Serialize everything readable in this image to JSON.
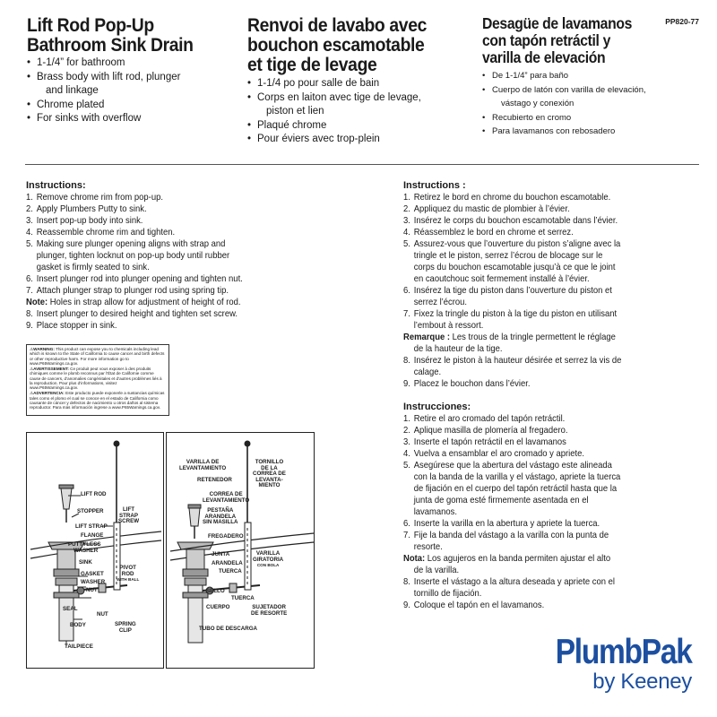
{
  "product_code": "PP820-77",
  "english": {
    "title_lines": [
      "Lift Rod Pop-Up",
      "Bathroom Sink Drain"
    ],
    "bullets": [
      {
        "text": "1-1/4” for bathroom"
      },
      {
        "text": "Brass body with lift rod, plunger",
        "cont": "and linkage"
      },
      {
        "text": "Chrome plated"
      },
      {
        "text": "For sinks with overflow"
      }
    ],
    "instructions_heading": "Instructions:",
    "instructions": [
      {
        "n": "1.",
        "text": "Remove chrome rim from pop-up."
      },
      {
        "n": "2.",
        "text": "Apply Plumbers Putty to sink."
      },
      {
        "n": "3.",
        "text": "Insert pop-up body into sink."
      },
      {
        "n": "4.",
        "text": "Reassemble chrome rim and tighten."
      },
      {
        "n": "5.",
        "text": "Making sure plunger opening aligns with strap and",
        "cont": [
          "plunger, tighten locknut on pop-up body until rubber",
          "gasket is firmly seated to sink."
        ]
      },
      {
        "n": "6.",
        "text": "Insert plunger rod into plunger opening and tighten nut."
      },
      {
        "n": "7.",
        "text": "Attach plunger strap to plunger rod using spring tip."
      },
      {
        "n": "Note:",
        "text": "Holes in strap allow for adjustment of height of rod.",
        "note": true
      },
      {
        "n": "8.",
        "text": "Insert plunger to desired height and tighten set screw."
      },
      {
        "n": "9.",
        "text": "Place stopper in sink."
      }
    ]
  },
  "french": {
    "title_lines": [
      "Renvoi de lavabo avec",
      "bouchon escamotable",
      "et tige de levage"
    ],
    "bullets": [
      {
        "text": "1-1/4 po pour salle de bain"
      },
      {
        "text": "Corps en laiton avec tige de levage,",
        "cont": "piston et lien"
      },
      {
        "text": "Plaqué chrome"
      },
      {
        "text": "Pour éviers avec trop-plein"
      }
    ],
    "instructions_heading": "Instructions :",
    "instructions": [
      {
        "n": "1.",
        "text": "Retirez le bord en chrome du bouchon escamotable."
      },
      {
        "n": "2.",
        "text": "Appliquez du mastic de plombier à l’évier."
      },
      {
        "n": "3.",
        "text": "Insérez le corps du bouchon escamotable dans l’évier."
      },
      {
        "n": "4.",
        "text": "Réassemblez le bord en chrome et serrez."
      },
      {
        "n": "5.",
        "text": "Assurez-vous que l’ouverture du piston s’aligne avec la",
        "cont": [
          "tringle et le piston, serrez l’écrou de blocage sur le",
          "corps du bouchon escamotable jusqu’à ce que le joint",
          "en caoutchouc soit fermement installé à l’évier."
        ]
      },
      {
        "n": "6.",
        "text": "Insérez la tige du piston dans l’ouverture du piston et",
        "cont": [
          "serrez l’écrou."
        ]
      },
      {
        "n": "7.",
        "text": "Fixez la tringle du piston à la tige du piston en utilisant",
        "cont": [
          "l’embout à ressort."
        ]
      },
      {
        "n": "Remarque :",
        "text": "Les trous de la tringle permettent le réglage",
        "cont": [
          "de la hauteur de la tige."
        ],
        "note": true
      },
      {
        "n": "8.",
        "text": "Insérez le piston à la hauteur désirée et serrez la vis de",
        "cont": [
          "calage."
        ]
      },
      {
        "n": "9.",
        "text": "Placez le bouchon dans l’évier."
      }
    ]
  },
  "spanish": {
    "title_lines": [
      "Desagüe de lavamanos",
      "con tapón retráctil y",
      "varilla de elevación"
    ],
    "bullets": [
      {
        "text": "De 1-1/4” para baño"
      },
      {
        "text": "Cuerpo de latón con varilla de elevación,",
        "cont": "vástago y conexión"
      },
      {
        "text": "Recubierto en cromo"
      },
      {
        "text": "Para lavamanos con rebosadero"
      }
    ],
    "instructions_heading": "Instrucciones:",
    "instructions": [
      {
        "n": "1.",
        "text": "Retire el aro cromado del tapón retráctil."
      },
      {
        "n": "2.",
        "text": "Aplique masilla de plomería al fregadero."
      },
      {
        "n": "3.",
        "text": "Inserte el tapón retráctil en el lavamanos"
      },
      {
        "n": "4.",
        "text": "Vuelva a ensamblar el aro cromado y apriete."
      },
      {
        "n": "5.",
        "text": "Asegúrese que la abertura del vástago este alineada",
        "cont": [
          "con la banda de la varilla y el vástago, apriete la tuerca",
          "de fijación en el cuerpo del tapón retráctil hasta que la",
          "junta de goma esté firmemente asentada en el",
          "lavamanos."
        ]
      },
      {
        "n": "6.",
        "text": "Inserte la varilla en la abertura y apriete la tuerca."
      },
      {
        "n": "7.",
        "text": "Fije la banda del vástago a la varilla con la punta de",
        "cont": [
          "resorte."
        ]
      },
      {
        "n": "Nota:",
        "text": "Los agujeros en la banda permiten ajustar el alto",
        "cont": [
          "de la varilla."
        ],
        "note": true
      },
      {
        "n": "8.",
        "text": "Inserte el vástago a la altura deseada y apriete con el",
        "cont": [
          "tornillo de fijación."
        ]
      },
      {
        "n": "9.",
        "text": "Coloque el tapón en el lavamanos."
      }
    ]
  },
  "warning": {
    "en_label": "WARNING:",
    "en_text": "This product can expose you to chemicals including lead which is known to the State of California to cause cancer and birth defects or other reproductive harm. For more information go to www.P65Warnings.ca.gov.",
    "fr_label": "AVERTISSEMENT:",
    "fr_text": "Ce produit peut vous exposer à des produits chimiques comme le plomb reconnus par l’État de Californie comme cause de cancers, d’anomalies congénitales et d’autres problèmes liés à la reproduction. Pour plus d’informations, visitez www.P65Warnings.ca.gov.",
    "es_label": "ADVERTENCIA:",
    "es_text": "Este producto puede exponerle a sustancias químicas tales como el plomo el cual se conoce en el estado de California como causante de cáncer y defectos de nacimiento u otros daños al sistema reproductor. Para más información ingrese a www.P65Warnings.ca.gov."
  },
  "diagram_en": {
    "labels": {
      "lift_rod": "LIFT ROD",
      "stopper": "STOPPER",
      "lift_strap_screw_1": "LIFT",
      "lift_strap_screw_2": "STRAP",
      "lift_strap_screw_3": "SCREW",
      "lift_strap": "LIFT STRAP",
      "flange": "FLANGE",
      "puttyless_1": "PUTTYLESS",
      "puttyless_2": "WASHER",
      "sink": "SINK",
      "gasket": "GASKET",
      "washer": "WASHER",
      "nut": "NUT",
      "seal": "SEAL",
      "nut2": "NUT",
      "body": "BODY",
      "tailpiece": "TAILPIECE",
      "pivot_1": "PIVOT",
      "pivot_2": "ROD",
      "pivot_3": "WITH BALL",
      "spring_1": "SPRING",
      "spring_2": "CLIP"
    }
  },
  "diagram_es": {
    "labels": {
      "varilla_1": "VARILLA DE",
      "varilla_2": "LEVANTAMIENTO",
      "tornillo_1": "TORNILLO",
      "tornillo_2": "DE LA",
      "tornillo_3": "CORREA DE",
      "tornillo_4": "LEVANTA-",
      "tornillo_5": "MIENTO",
      "retenedor": "RETENEDOR",
      "correa_1": "CORREA DE",
      "correa_2": "LEVANTAMIENTO",
      "pestana_1": "PESTAÑA",
      "pestana_2": "ARANDELA",
      "pestana_3": "SIN MASILLA",
      "fregadero": "FREGADERO",
      "junta": "JUNTA",
      "arandela": "ARANDELA",
      "tuerca": "TUERCA",
      "varilla_gir_1": "VARILLA",
      "varilla_gir_2": "GIRATORIA",
      "varilla_gir_3": "CON BOLA",
      "sello": "SELLO",
      "tuerca2": "TUERCA",
      "cuerpo": "CUERPO",
      "sujetador_1": "SUJETADOR",
      "sujetador_2": "DE RESORTE",
      "tubo": "TUBO DE DESCARGA"
    }
  },
  "logo": {
    "brand": "PlumbPak",
    "byline": "by Keeney",
    "color": "#1c4fa0"
  }
}
